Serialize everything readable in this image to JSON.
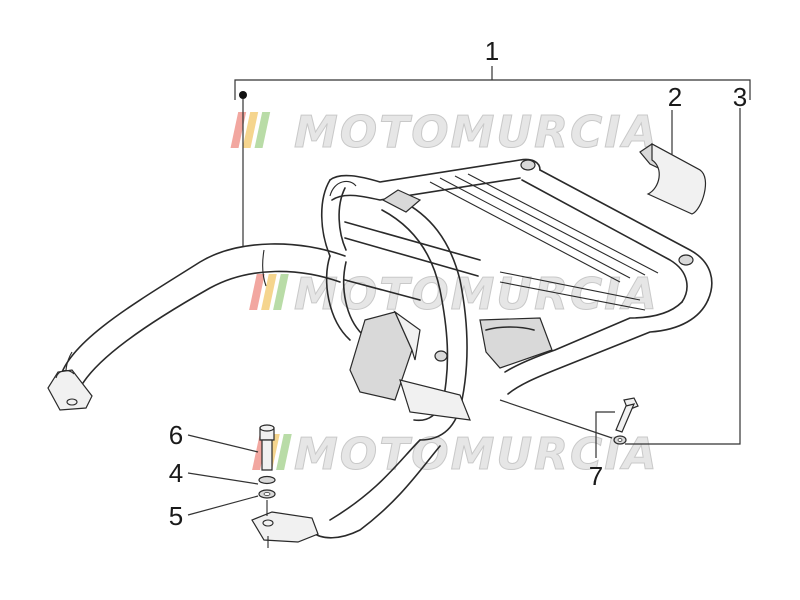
{
  "watermark": {
    "text": "MOTOMURCIA",
    "bar_colors": [
      "#f2a7a0",
      "#f5d58e",
      "#b9dca7"
    ]
  },
  "labels": {
    "part_1": "1",
    "part_2": "2",
    "part_3": "3",
    "part_4": "4",
    "part_5": "5",
    "part_6": "6",
    "part_7": "7"
  }
}
